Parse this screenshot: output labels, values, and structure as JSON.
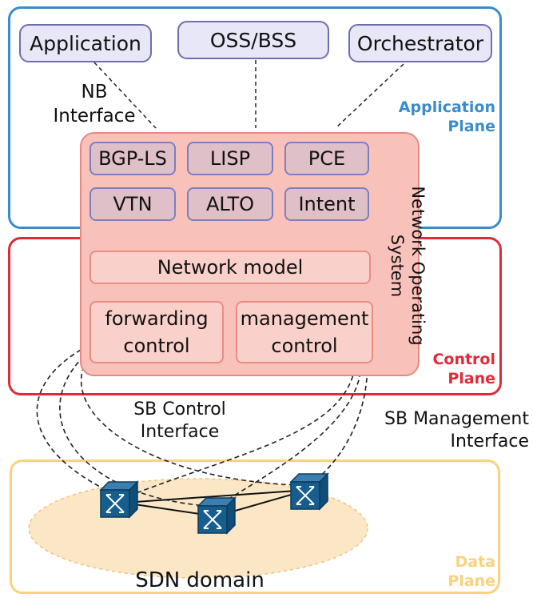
{
  "top_boxes": [
    "Application",
    "OSS/BSS",
    "Orchestrator"
  ],
  "nb_interface": [
    "NB",
    "Interface"
  ],
  "planes": {
    "application": {
      "line1": "Application",
      "line2": "Plane",
      "color": "#3a8ccb"
    },
    "control": {
      "line1": "Control",
      "line2": "Plane",
      "color": "#e02a38"
    },
    "data": {
      "line1": "Data",
      "line2": "Plane",
      "color": "#f8d27c"
    }
  },
  "protocols": [
    "BGP-LS",
    "LISP",
    "PCE",
    "VTN",
    "ALTO",
    "Intent"
  ],
  "nos_label": [
    "Network Operating",
    "System"
  ],
  "network_model": "Network model",
  "forwarding_control": [
    "forwarding",
    "control"
  ],
  "management_control": [
    "management",
    "control"
  ],
  "sb_control": [
    "SB Control",
    "Interface"
  ],
  "sb_management": [
    "SB Management",
    "Interface"
  ],
  "sdn_domain": "SDN domain"
}
